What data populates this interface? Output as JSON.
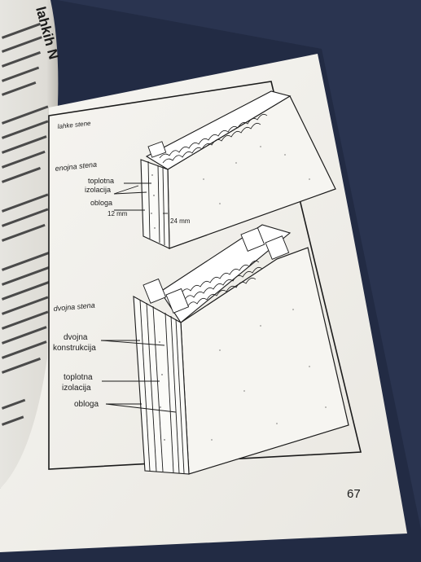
{
  "labels": {
    "title_lahke": "lahke stene",
    "enojna": "enojna stena",
    "toplotna_1": "toplotna",
    "izolacija_1": "izolacija",
    "obloga_1": "obloga",
    "dim_12": "12 mm",
    "dim_24": "24 mm",
    "dvojna": "dvojna stena",
    "dvojna_1": "dvojna",
    "konstrukcija": "konstrukcija",
    "toplotna_2": "toplotna",
    "izolacija_2": "izolacija",
    "obloga_2": "obloga",
    "page_number": "67",
    "left_page_heading": "lahkih N"
  },
  "colors": {
    "background": "#2a3450",
    "paper": "#f3f2ee",
    "ink": "#1b1b1b"
  }
}
